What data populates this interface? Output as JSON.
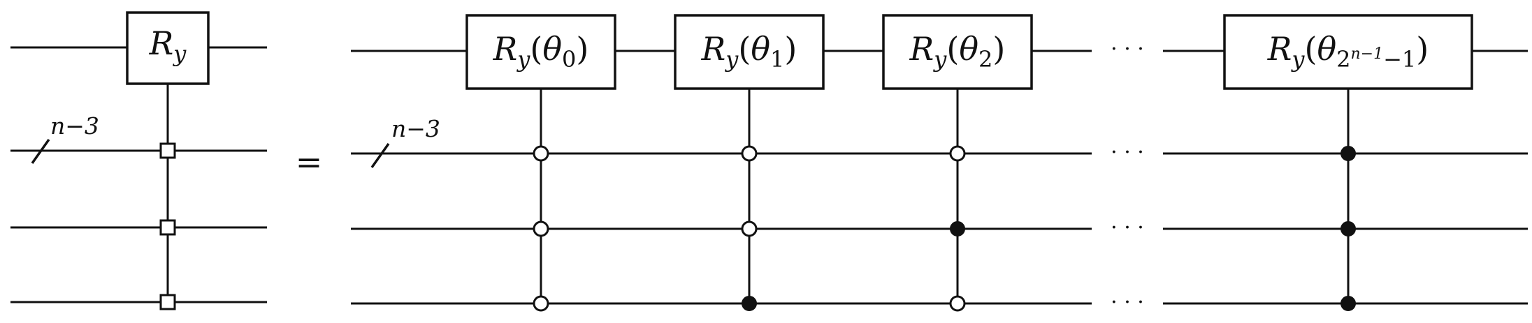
{
  "lhs": {
    "gate": {
      "R": "R",
      "sub": "y"
    },
    "register_label": "n−3"
  },
  "equals_sign": "=",
  "rhs": {
    "register_label": "n−3",
    "ellipsis": "· · ·",
    "gates": [
      {
        "R": "R",
        "sub": "y",
        "open": "(",
        "theta": "θ",
        "index": "0",
        "close": ")",
        "controls": [
          "open",
          "open",
          "open"
        ]
      },
      {
        "R": "R",
        "sub": "y",
        "open": "(",
        "theta": "θ",
        "index": "1",
        "close": ")",
        "controls": [
          "open",
          "open",
          "closed"
        ]
      },
      {
        "R": "R",
        "sub": "y",
        "open": "(",
        "theta": "θ",
        "index": "2",
        "close": ")",
        "controls": [
          "open",
          "closed",
          "open"
        ]
      },
      {
        "R": "R",
        "sub": "y",
        "open": "(",
        "theta": "θ",
        "index_base": "2",
        "index_exp": "n−1",
        "index_tail": "−1",
        "close": ")",
        "controls": [
          "closed",
          "closed",
          "closed"
        ]
      }
    ]
  }
}
